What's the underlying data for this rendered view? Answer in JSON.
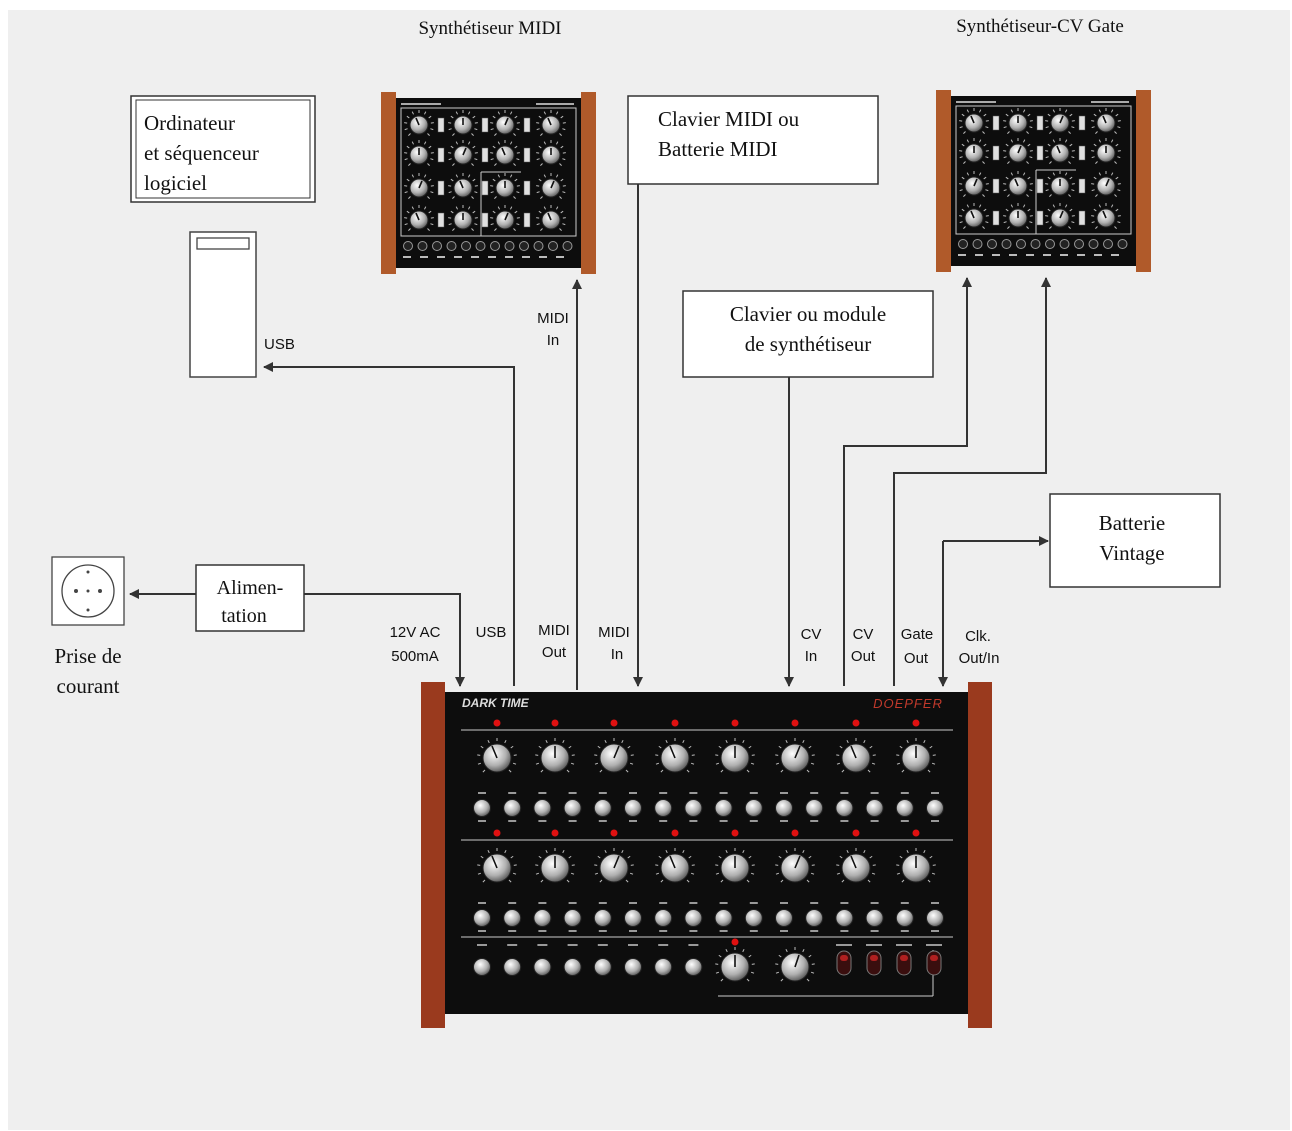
{
  "titles": {
    "midi_synth": "Synthétiseur MIDI",
    "cv_synth": "Synthétiseur-CV Gate"
  },
  "boxes": {
    "computer": [
      "Ordinateur",
      "et séquenceur",
      "logiciel"
    ],
    "midi_keyboard": [
      "Clavier MIDI ou",
      "Batterie MIDI"
    ],
    "synth_module": [
      "Clavier ou module",
      "de synthétiseur"
    ],
    "power_supply": [
      "Alimen-",
      "tation"
    ],
    "vintage_drum": [
      "Batterie",
      "Vintage"
    ]
  },
  "outlet_label": [
    "Prise de",
    "courant"
  ],
  "connections": {
    "usb_computer": "USB",
    "midi_in_top": [
      "MIDI",
      "In"
    ],
    "power": [
      "12V AC",
      "500mA"
    ],
    "usb": "USB",
    "midi_out": [
      "MIDI",
      "Out"
    ],
    "midi_in": [
      "MIDI",
      "In"
    ],
    "cv_in": [
      "CV",
      "In"
    ],
    "cv_out": [
      "CV",
      "Out"
    ],
    "gate_out": [
      "Gate",
      "Out"
    ],
    "clk": [
      "Clk.",
      "Out/In"
    ]
  },
  "device": {
    "name": "DARK TIME",
    "brand": "DOEPFER"
  },
  "colors": {
    "background": "#efefef",
    "line": "#333333",
    "panel": "#0d0d0d",
    "wood": "#9a3a1e",
    "led": "#e01010"
  }
}
